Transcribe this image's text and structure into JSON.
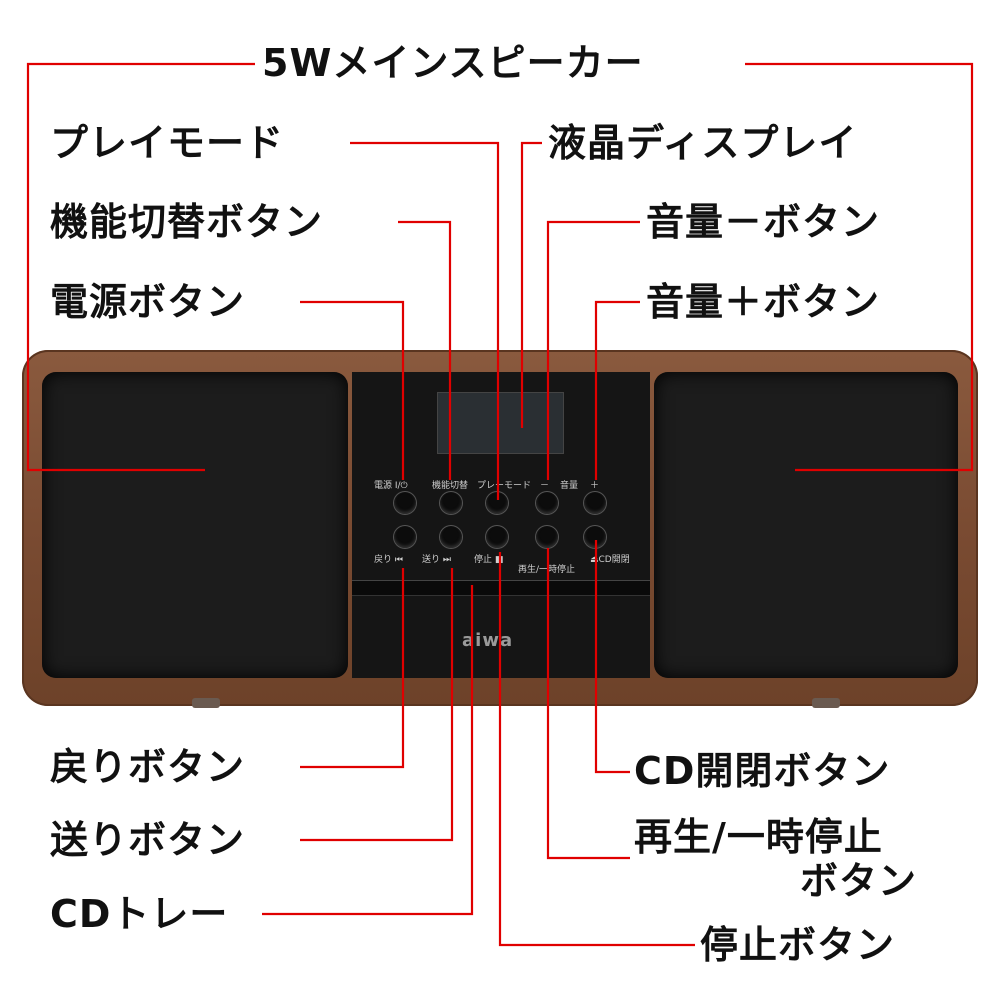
{
  "callouts": {
    "speaker": "5Wメインスピーカー",
    "play_mode": "プレイモード",
    "lcd": "液晶ディスプレイ",
    "function": "機能切替ボタン",
    "vol_down": "音量－ボタン",
    "power": "電源ボタン",
    "vol_up": "音量＋ボタン",
    "back": "戻りボタン",
    "cd_open": "CD開閉ボタン",
    "forward": "送りボタン",
    "play_pause_1": "再生/一時停止",
    "play_pause_2": "ボタン",
    "cd_tray": "CDトレー",
    "stop": "停止ボタン"
  },
  "device": {
    "top_labels": [
      "電源 I/⏻",
      "機能切替",
      "プレーモード",
      "－",
      "音量",
      "＋"
    ],
    "bottom_labels": [
      "戻り ⏮",
      "送り ⏭",
      "停止 ■",
      "再生/一時停止",
      "⏏CD開閉"
    ],
    "logo": "aiwa"
  },
  "colors": {
    "line": "#e00000",
    "wood": "#7a4b32",
    "grille": "#1c1c1c"
  }
}
